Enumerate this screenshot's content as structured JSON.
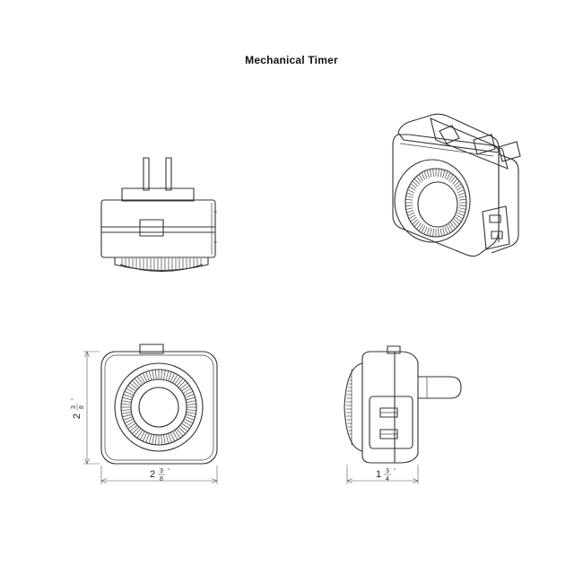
{
  "title": "Mechanical Timer",
  "dimensions": {
    "height": {
      "whole": "2",
      "num": "3",
      "den": "8",
      "unit": "\""
    },
    "width": {
      "whole": "2",
      "num": "3",
      "den": "8",
      "unit": "\""
    },
    "depth": {
      "whole": "1",
      "num": "3",
      "den": "4",
      "unit": "\""
    }
  }
}
